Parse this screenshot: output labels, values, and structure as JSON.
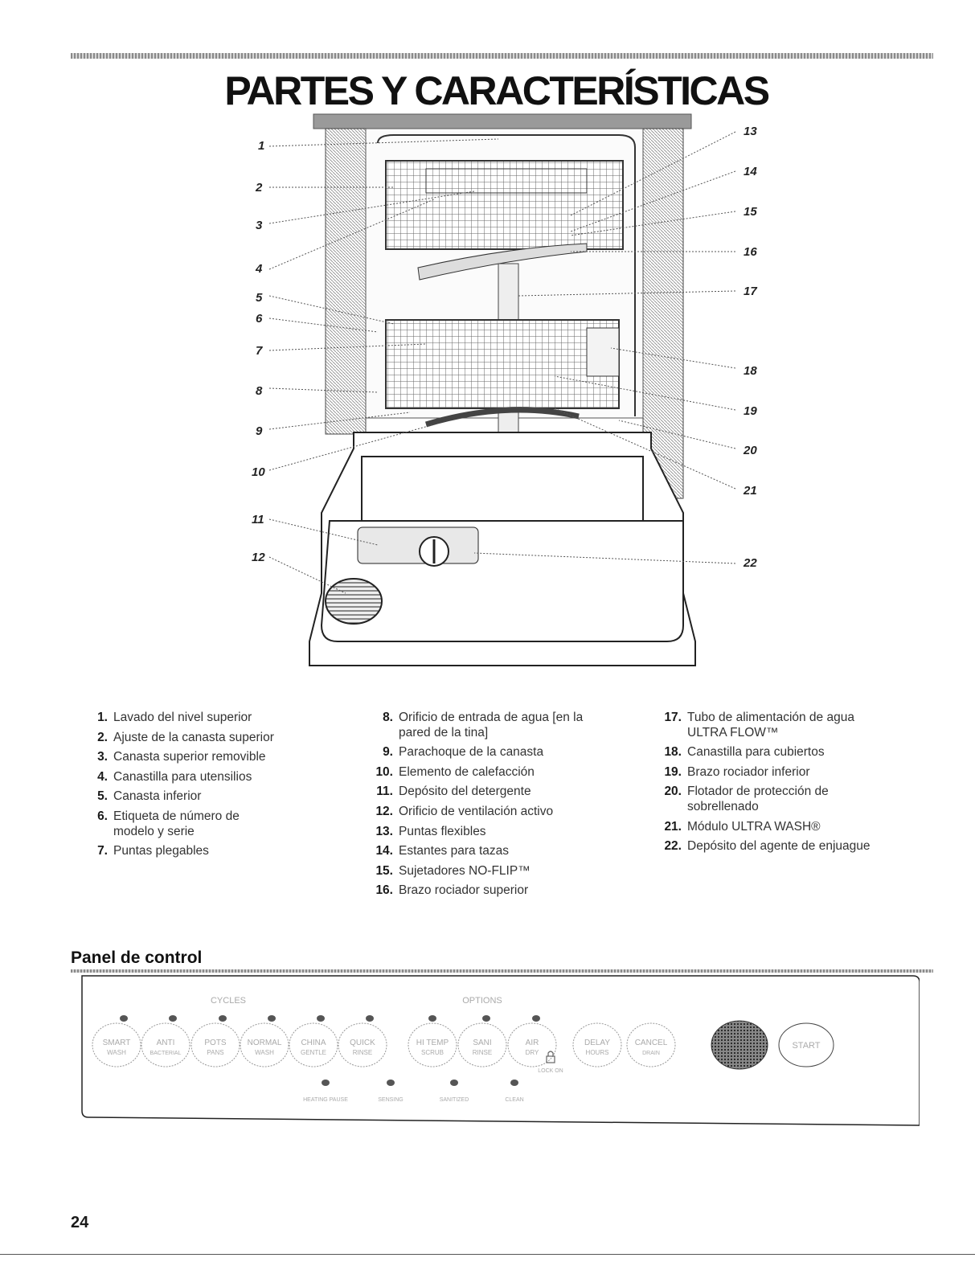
{
  "title": "PARTES Y CARACTERÍSTICAS",
  "callouts": [
    "1",
    "2",
    "3",
    "4",
    "5",
    "6",
    "7",
    "8",
    "9",
    "10",
    "11",
    "12",
    "13",
    "14",
    "15",
    "16",
    "17",
    "18",
    "19",
    "20",
    "21",
    "22"
  ],
  "legend": {
    "col1": [
      {
        "num": "1.",
        "text": "Lavado del nivel superior"
      },
      {
        "num": "2.",
        "text": "Ajuste de la canasta superior"
      },
      {
        "num": "3.",
        "text": "Canasta superior removible"
      },
      {
        "num": "4.",
        "text": "Canastilla para utensilios"
      },
      {
        "num": "5.",
        "text": "Canasta inferior"
      },
      {
        "num": "6.",
        "text": "Etiqueta de número de modelo y serie"
      },
      {
        "num": "7.",
        "text": "Puntas plegables"
      }
    ],
    "col2": [
      {
        "num": "8.",
        "text": "Orificio de entrada de agua [en la pared de la tina]"
      },
      {
        "num": "9.",
        "text": "Parachoque de la canasta"
      },
      {
        "num": "10.",
        "text": "Elemento de calefacción"
      },
      {
        "num": "11.",
        "text": "Depósito del detergente"
      },
      {
        "num": "12.",
        "text": "Orificio de ventilación activo"
      },
      {
        "num": "13.",
        "text": "Puntas flexibles"
      },
      {
        "num": "14.",
        "text": "Estantes para tazas"
      },
      {
        "num": "15.",
        "text": "Sujetadores NO-FLIP™"
      },
      {
        "num": "16.",
        "text": "Brazo rociador superior"
      }
    ],
    "col3": [
      {
        "num": "17.",
        "text": "Tubo de alimentación de agua ULTRA FLOW™"
      },
      {
        "num": "18.",
        "text": "Canastilla para cubiertos"
      },
      {
        "num": "19.",
        "text": "Brazo rociador inferior"
      },
      {
        "num": "20.",
        "text": "Flotador de protección de sobrellenado"
      },
      {
        "num": "21.",
        "text": "Módulo ULTRA WASH®"
      },
      {
        "num": "22.",
        "text": "Depósito del agente de enjuague"
      }
    ]
  },
  "control_panel": {
    "heading": "Panel de control",
    "cycles_label": "CYCLES",
    "options_label": "OPTIONS",
    "buttons": [
      {
        "line1": "SMART",
        "line2": "WASH"
      },
      {
        "line1": "ANTI",
        "line2": "BACTERIAL"
      },
      {
        "line1": "POTS",
        "line2": "PANS"
      },
      {
        "line1": "NORMAL",
        "line2": "WASH"
      },
      {
        "line1": "CHINA",
        "line2": "GENTLE"
      },
      {
        "line1": "QUICK",
        "line2": "RINSE"
      },
      {
        "line1": "HI TEMP",
        "line2": "SCRUB"
      },
      {
        "line1": "SANI",
        "line2": "RINSE"
      },
      {
        "line1": "AIR",
        "line2": "DRY"
      },
      {
        "line1": "DELAY",
        "line2": "HOURS"
      },
      {
        "line1": "CANCEL",
        "line2": "DRAIN"
      },
      {
        "line1": "START",
        "line2": ""
      }
    ],
    "lock_label": "LOCK ON",
    "status_lights": [
      "HEATING PAUSE",
      "SENSING",
      "SANITIZED",
      "CLEAN"
    ]
  },
  "page_number": "24"
}
